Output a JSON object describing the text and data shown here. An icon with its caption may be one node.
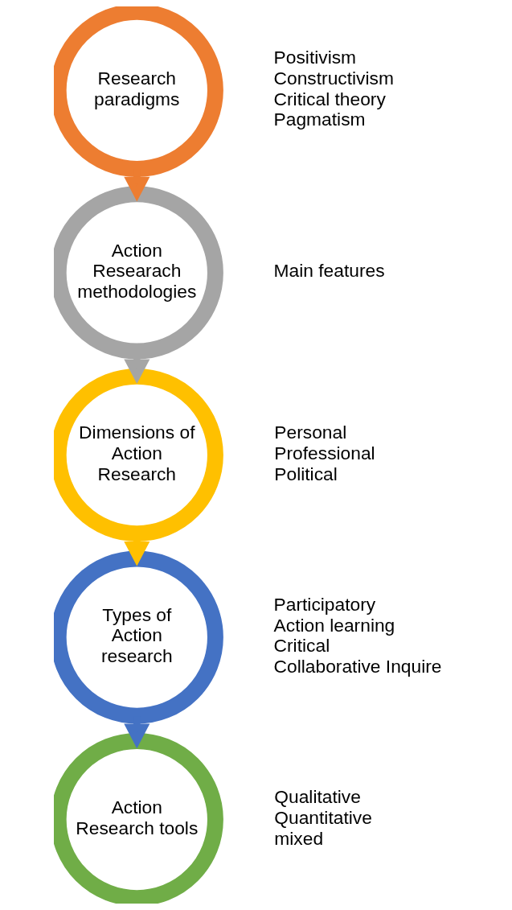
{
  "diagram": {
    "nodes": [
      {
        "text": [
          "Research paradigms"
        ],
        "beside": [
          "Positivism",
          "Constructivism",
          "Critical theory",
          "Pagmatism"
        ]
      },
      {
        "text": [
          "Action Researach methodologies"
        ],
        "beside": [
          "Main features"
        ]
      },
      {
        "text": [
          "Dimensions of Action Research"
        ],
        "beside": [
          "Personal",
          "Professional",
          "Political"
        ]
      },
      {
        "text": [
          "Types of Action research"
        ],
        "beside": [
          "Participatory",
          "Action learning",
          "Critical",
          "Collaborative Inquire"
        ]
      },
      {
        "text": [
          "Action Research tools"
        ],
        "beside": [
          "Qualitative",
          "Quantitative",
          "mixed"
        ]
      }
    ],
    "edges": [
      {
        "from": 0,
        "to": 1,
        "arrow": "to",
        "color": "#ed7d31"
      },
      {
        "from": 1,
        "to": 2,
        "arrow": "to",
        "color": "#a5a5a5"
      },
      {
        "from": 2,
        "to": 3,
        "arrow": "to",
        "color": "#ffc000"
      },
      {
        "from": 3,
        "to": 4,
        "arrow": "to",
        "color": "#4472c4"
      }
    ]
  }
}
